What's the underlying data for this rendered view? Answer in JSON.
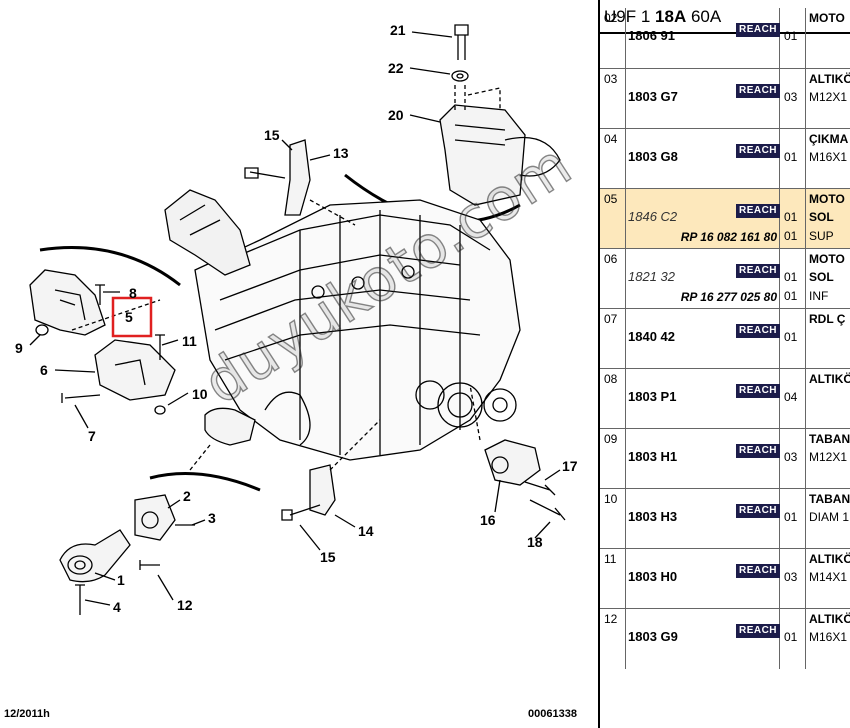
{
  "diagram": {
    "callouts": [
      "21",
      "22",
      "20",
      "15",
      "13",
      "8",
      "5",
      "11",
      "9",
      "6",
      "10",
      "7",
      "2",
      "3",
      "1",
      "4",
      "12",
      "14",
      "15",
      "17",
      "16",
      "18"
    ],
    "footer_date": "12/2011h",
    "footer_code": "00061338"
  },
  "watermark": "duyukoto.com",
  "parts": {
    "header": {
      "prefix": "U9F 1 ",
      "bold": "18A",
      "suffix": " 60A"
    },
    "badge": "REACH",
    "rows": [
      {
        "idx": "02",
        "ref": "1806 91",
        "italic": false,
        "sub": "",
        "qty1": "01",
        "qty2": "",
        "d1": "MOTO",
        "d2": "",
        "d3": ""
      },
      {
        "idx": "03",
        "ref": "1803 G7",
        "italic": false,
        "sub": "",
        "qty1": "03",
        "qty2": "",
        "d1": "ALTIKÖ",
        "d2": "M12X1",
        "d3": ""
      },
      {
        "idx": "04",
        "ref": "1803 G8",
        "italic": false,
        "sub": "",
        "qty1": "01",
        "qty2": "",
        "d1": "ÇIKMA",
        "d2": "M16X1",
        "d3": ""
      },
      {
        "idx": "05",
        "ref": "1846 C2",
        "italic": true,
        "sub": "RP 16 082 161 80",
        "qty1": "01",
        "qty2": "01",
        "d1": "MOTO",
        "d2": "SOL",
        "d3": "SUP"
      },
      {
        "idx": "06",
        "ref": "1821 32",
        "italic": true,
        "sub": "RP 16 277 025 80",
        "qty1": "01",
        "qty2": "01",
        "d1": "MOTO",
        "d2": "SOL",
        "d3": "INF"
      },
      {
        "idx": "07",
        "ref": "1840 42",
        "italic": false,
        "sub": "",
        "qty1": "01",
        "qty2": "",
        "d1": "RDL Ç",
        "d2": "",
        "d3": ""
      },
      {
        "idx": "08",
        "ref": "1803 P1",
        "italic": false,
        "sub": "",
        "qty1": "04",
        "qty2": "",
        "d1": "ALTIKÖ",
        "d2": "",
        "d3": ""
      },
      {
        "idx": "09",
        "ref": "1803 H1",
        "italic": false,
        "sub": "",
        "qty1": "03",
        "qty2": "",
        "d1": "TABAN",
        "d2": "M12X1",
        "d3": ""
      },
      {
        "idx": "10",
        "ref": "1803 H3",
        "italic": false,
        "sub": "",
        "qty1": "01",
        "qty2": "",
        "d1": "TABAN",
        "d2": "DIAM 1",
        "d3": ""
      },
      {
        "idx": "11",
        "ref": "1803 H0",
        "italic": false,
        "sub": "",
        "qty1": "03",
        "qty2": "",
        "d1": "ALTIKÖ",
        "d2": "M14X1",
        "d3": ""
      },
      {
        "idx": "12",
        "ref": "1803 G9",
        "italic": false,
        "sub": "",
        "qty1": "01",
        "qty2": "",
        "d1": "ALTIKÖ",
        "d2": "M16X1",
        "d3": ""
      }
    ]
  }
}
